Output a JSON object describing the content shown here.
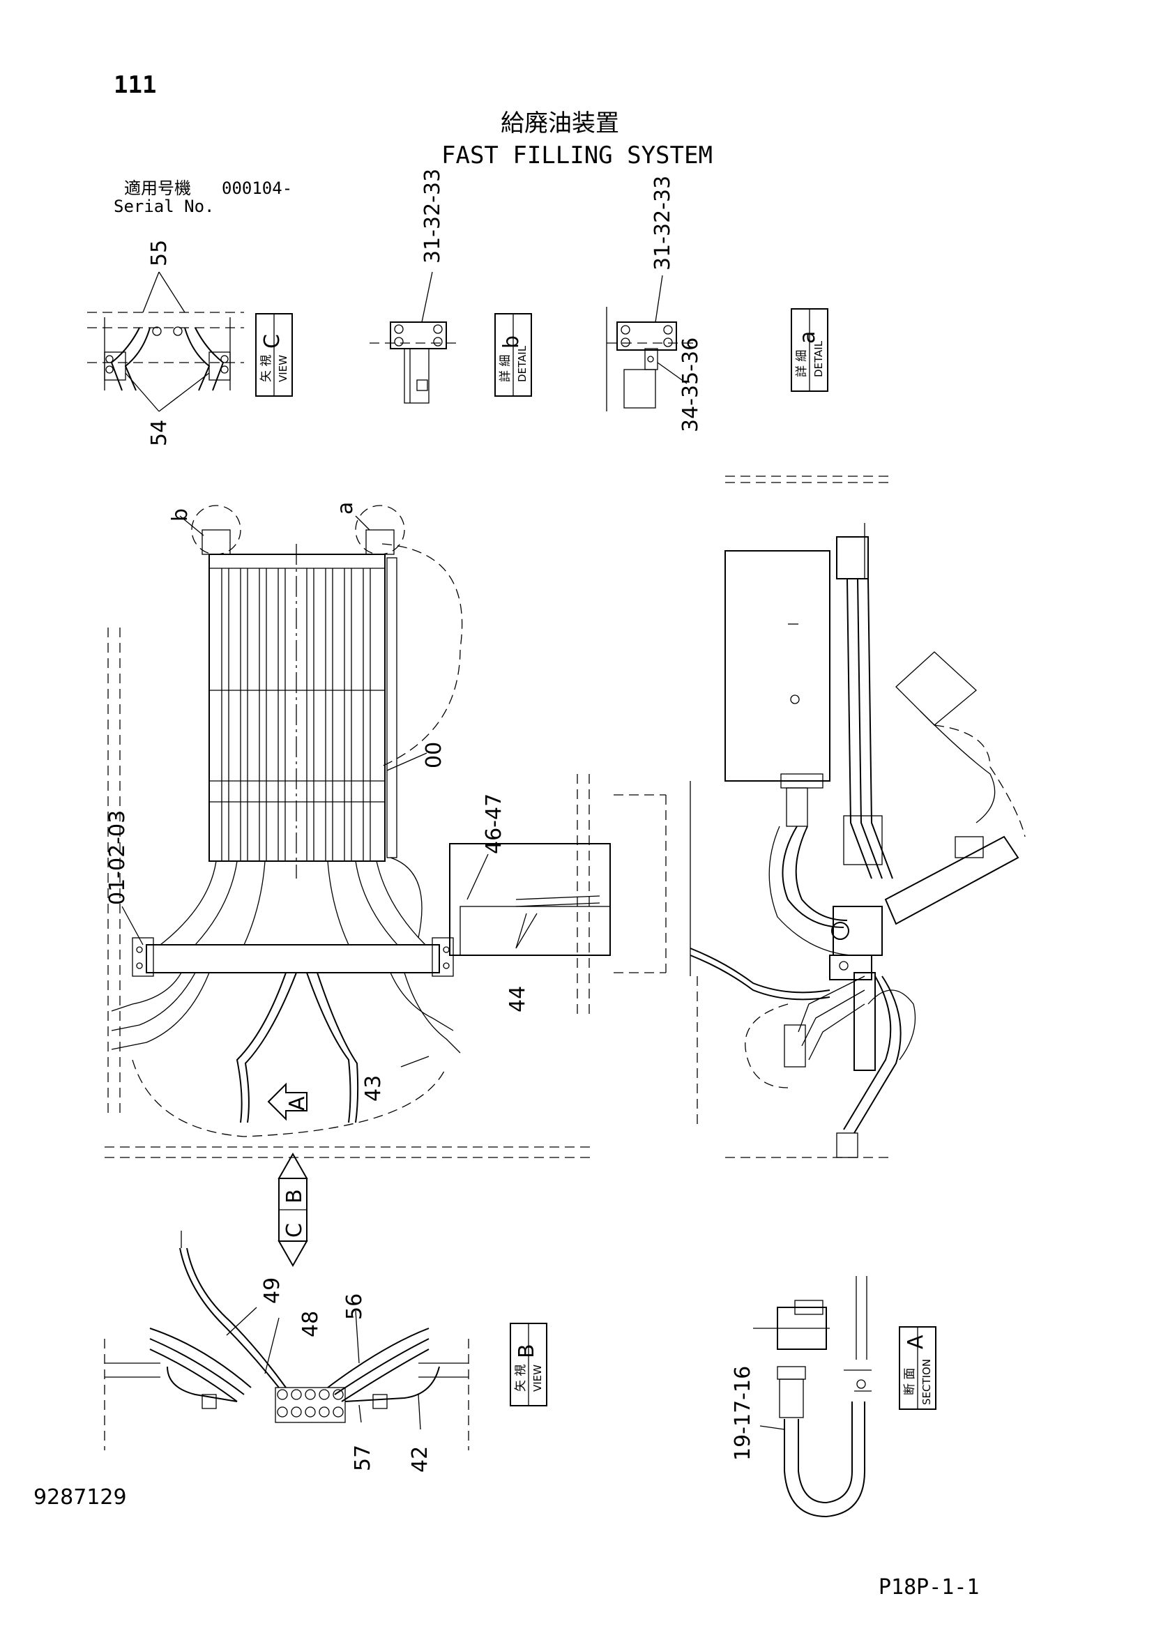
{
  "page_number": "111",
  "title_jp": "給廃油装置",
  "title_en": "FAST FILLING SYSTEM",
  "serial": {
    "label_jp": "適用号機",
    "value": "000104-",
    "label_en": "Serial No."
  },
  "views": {
    "view_c": {
      "jp": "矢 視",
      "en": "VIEW",
      "letter": "C"
    },
    "view_b": {
      "jp": "矢 視",
      "en": "VIEW",
      "letter": "B"
    },
    "detail_b": {
      "jp": "詳 細",
      "en": "DETAIL",
      "letter": "b"
    },
    "detail_a": {
      "jp": "詳 細",
      "en": "DETAIL",
      "letter": "a"
    },
    "section_a": {
      "jp": "断 面",
      "en": "SECTION",
      "letter": "A"
    }
  },
  "callouts": {
    "c55": "55",
    "c54": "54",
    "c31_32_33_b": "31-32-33",
    "c31_32_33_a": "31-32-33",
    "c34_35_36": "34-35-36",
    "c_b": "b",
    "c_a": "a",
    "c00": "00",
    "c46_47": "46-47",
    "c01_02_03": "01-02-03",
    "c44": "44",
    "c43": "43",
    "arrow_a": "A",
    "arrow_b": "B",
    "arrow_c": "C",
    "c49": "49",
    "c48": "48",
    "c56": "56",
    "c57": "57",
    "c42": "42",
    "c19_17_16": "19-17-16"
  },
  "footer": {
    "doc_number": "9287129",
    "page_ref": "P18P-1-1"
  }
}
